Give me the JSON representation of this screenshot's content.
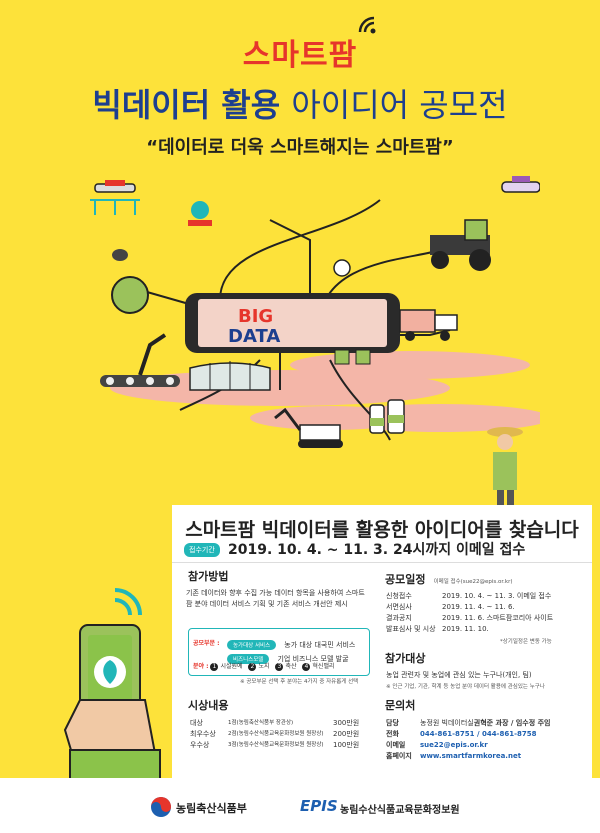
{
  "title": {
    "top": "스마트팜",
    "main_bold": "빅데이터 활용",
    "main_regular": "아이디어 공모전",
    "slogan": "“데이터로 더욱 스마트해지는 스마트팜”"
  },
  "illustration": {
    "big": "BIG",
    "data": "DATA"
  },
  "headline": "스마트팜 빅데이터를 활용한 아이디어를 찾습니다",
  "period": {
    "tag": "접수기간",
    "text": "2019. 10. 4. ~ 11. 3. 24시까지 이메일 접수"
  },
  "method": {
    "title": "참가방법",
    "desc": "기존 데이터와 향후 수집 가능 데이터 항목을 사용하여 스마트팜 분야 데이터 서비스 기획 및 기존 서비스 개선안 제시",
    "part_label": "공모부문 :",
    "parts": [
      {
        "badge": "농가대상 서비스",
        "text": "농가 대상 대국민 서비스"
      },
      {
        "badge": "비즈니스모델",
        "text": "기업 비즈니스 모델 발굴"
      }
    ],
    "field_label": "분야 :",
    "fields": [
      {
        "num": "1",
        "text": "시설원예"
      },
      {
        "num": "2",
        "text": "노지"
      },
      {
        "num": "3",
        "text": "축산"
      },
      {
        "num": "4",
        "text": "혁신밸리"
      }
    ],
    "note": "※ 공모부문 선택 후 분야는 4가지 중 자유롭게 선택"
  },
  "schedule": {
    "title": "공모일정",
    "email_note": "이메일 접수(sue22@epis.or.kr)",
    "rows": [
      {
        "label": "신청접수",
        "value": "2019. 10. 4. ~ 11. 3. 이메일 접수"
      },
      {
        "label": "서면심사",
        "value": "2019. 11. 4. ~ 11. 6."
      },
      {
        "label": "결과공지",
        "value": "2019. 11. 6. 스마트팜코리아 사이트"
      },
      {
        "label": "발표심사 및 시상",
        "value": "2019. 11. 10."
      }
    ],
    "note": "*상기일정은 변동 가능"
  },
  "eligibility": {
    "title": "참가대상",
    "text": "농업 관련자 및 농업에 관심 있는 누구나(개인, 팀)",
    "note": "※ 인근 기업, 기관, 학계 등 농업 분야 데이터 활용에 관심있는 누구나"
  },
  "awards": {
    "title": "시상내용",
    "rows": [
      {
        "grade": "대상",
        "detail": "1점(농림축산식품부 장관상)",
        "amount": "300만원"
      },
      {
        "grade": "최우수상",
        "detail": "2점(농림수산식품교육문화정보원 원장상)",
        "amount": "200만원"
      },
      {
        "grade": "우수상",
        "detail": "3점(농림수산식품교육문화정보원 원장상)",
        "amount": "100만원"
      }
    ]
  },
  "contact": {
    "title": "문의처",
    "rows": [
      {
        "label": "담당",
        "value_prefix": "농정원 빅데이터실 ",
        "value_bold": "권혁준 과장 / 임수정 주임"
      },
      {
        "label": "전화",
        "value_prefix": "",
        "value_bold": "044-861-8751 / 044-861-8758"
      },
      {
        "label": "이메일",
        "value_prefix": "",
        "value_bold": "sue22@epis.or.kr"
      },
      {
        "label": "홈페이지",
        "value_prefix": "",
        "value_bold": "www.smartfarmkorea.net"
      }
    ]
  },
  "footer": {
    "org1": "농림축산식품부",
    "epis": "EPIS",
    "org2": "농림수산식품교육문화정보원"
  },
  "colors": {
    "background": "#fde23a",
    "title_red": "#e6352b",
    "title_blue": "#1d3f8f",
    "teal": "#21b6b8"
  }
}
